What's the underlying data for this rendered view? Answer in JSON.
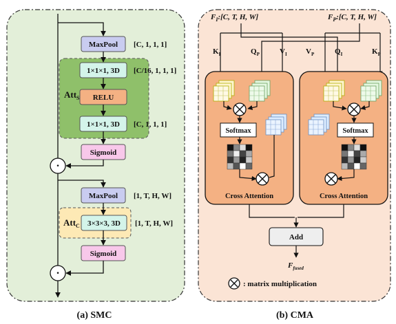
{
  "smc": {
    "maxpool1": "MaxPool",
    "dim1": "[C, 1, 1, 1]",
    "att_sp": "Att",
    "att_sp_sub": "SP",
    "conv1": "1×1×1, 3D",
    "dim2": "[C/16, 1, 1, 1]",
    "relu": "RELU",
    "conv2": "1×1×1, 3D",
    "dim3": "[C, 1, 1, 1]",
    "sigmoid1": "Sigmoid",
    "maxpool2": "MaxPool",
    "dim4": "[1, T, H, W]",
    "att_c": "Att",
    "att_c_sub": "C",
    "conv3": "3×3×3, 3D",
    "dim5": "[1, T, H, W]",
    "sigmoid2": "Sigmoid",
    "dot_symbol": "·",
    "caption": "(a) SMC"
  },
  "cma": {
    "fi_label": "F",
    "fi_sub": "I",
    "fi_dims": ":[C, T, H, W]",
    "fp_label": "F",
    "fp_sub": "P",
    "fp_dims": ":[C, T, H, W]",
    "left": {
      "k": "K",
      "k_sub": "I",
      "q": "Q",
      "q_sub": "P",
      "v": "V",
      "v_sub": "I",
      "softmax": "Softmax",
      "title": "Cross Attention"
    },
    "right": {
      "v": "V",
      "v_sub": "P",
      "q": "Q",
      "q_sub": "I",
      "k": "K",
      "k_sub": "P",
      "softmax": "Softmax",
      "title": "Cross Attention"
    },
    "add": "Add",
    "fused_label": "F",
    "fused_sub": "fused",
    "legend_text": ": matrix multiplication",
    "caption": "(b) CMA"
  },
  "colors": {
    "smc_bg": "#e3efd9",
    "cma_bg": "#fbe4d5",
    "maxpool": "#c9ccf0",
    "conv": "#d4f4ea",
    "relu": "#f4b183",
    "sigmoid": "#f8c8ea",
    "att_sp_bg": "#8fc06a",
    "att_c_bg": "#fde9b5",
    "cross_attention_bg": "#f4b183",
    "add_bg": "#eeeeee"
  }
}
